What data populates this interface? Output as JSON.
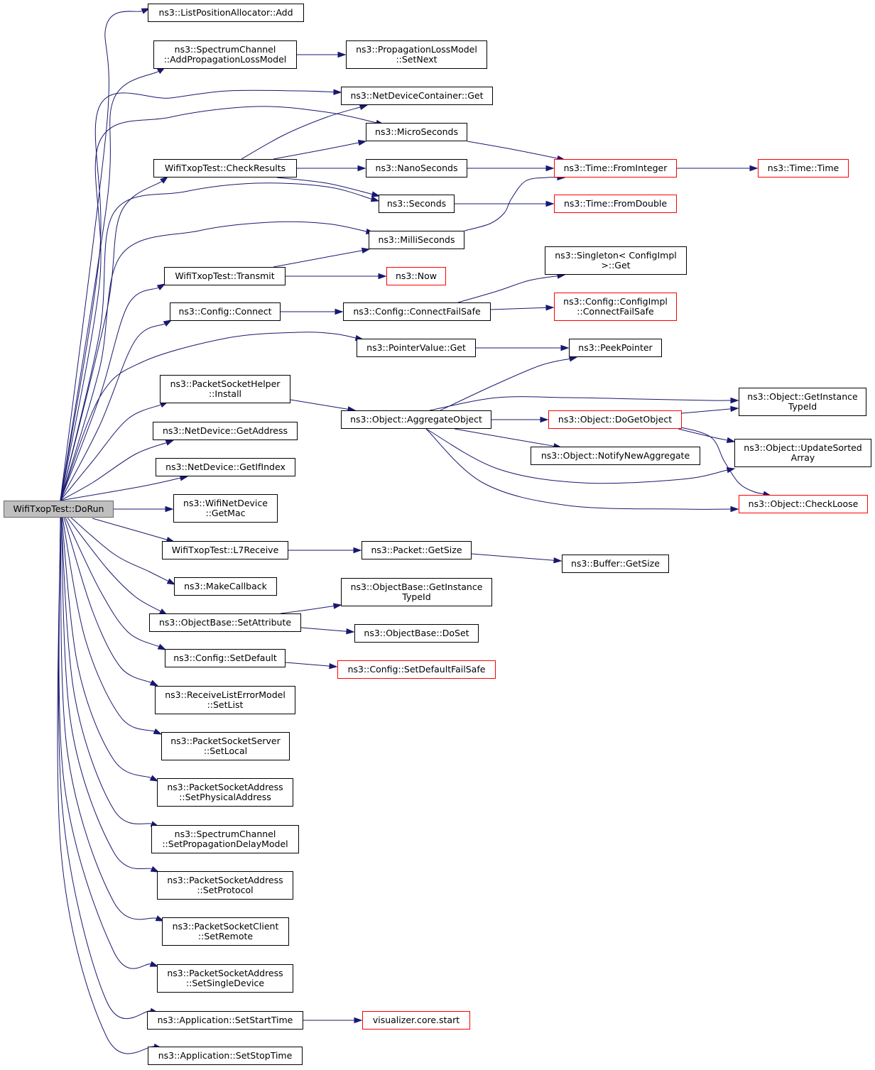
{
  "colors": {
    "edge": "#191970",
    "border": "#000000",
    "border_red": "#ff0000",
    "root_fill": "#bfbfbf"
  },
  "nodes": {
    "root": "WifiTxopTest::DoRun",
    "list_add": "ns3::ListPositionAllocator::Add",
    "spec_addprop": "ns3::SpectrumChannel\n::AddPropagationLossModel",
    "prop_setnext": "ns3::PropagationLossModel\n::SetNext",
    "ndc_get": "ns3::NetDeviceContainer::Get",
    "microseconds": "ns3::MicroSeconds",
    "checkresults": "WifiTxopTest::CheckResults",
    "nanoseconds": "ns3::NanoSeconds",
    "fromint": "ns3::Time::FromInteger",
    "time_time": "ns3::Time::Time",
    "seconds": "ns3::Seconds",
    "fromdouble": "ns3::Time::FromDouble",
    "milliseconds": "ns3::MilliSeconds",
    "transmit": "WifiTxopTest::Transmit",
    "now": "ns3::Now",
    "singleton": "ns3::Singleton< ConfigImpl\n>::Get",
    "connect": "ns3::Config::Connect",
    "connectfs": "ns3::Config::ConnectFailSafe",
    "cimpl_connectfs": "ns3::Config::ConfigImpl\n::ConnectFailSafe",
    "pv_get": "ns3::PointerValue::Get",
    "peekpointer": "ns3::PeekPointer",
    "psh_install": "ns3::PacketSocketHelper\n::Install",
    "getinstancetypeid": "ns3::Object::GetInstance\nTypeId",
    "aggregate": "ns3::Object::AggregateObject",
    "dogetobject": "ns3::Object::DoGetObject",
    "nd_getaddress": "ns3::NetDevice::GetAddress",
    "updatesorted": "ns3::Object::UpdateSorted\nArray",
    "notifynew": "ns3::Object::NotifyNewAggregate",
    "nd_getifindex": "ns3::NetDevice::GetIfIndex",
    "checkloose": "ns3::Object::CheckLoose",
    "wnd_getmac": "ns3::WifiNetDevice\n::GetMac",
    "l7receive": "WifiTxopTest::L7Receive",
    "packet_getsize": "ns3::Packet::GetSize",
    "buffer_getsize": "ns3::Buffer::GetSize",
    "makecallback": "ns3::MakeCallback",
    "ob_getinstancetypeid": "ns3::ObjectBase::GetInstance\nTypeId",
    "ob_setattribute": "ns3::ObjectBase::SetAttribute",
    "ob_doset": "ns3::ObjectBase::DoSet",
    "cfg_setdefault": "ns3::Config::SetDefault",
    "cfg_setdefaultfs": "ns3::Config::SetDefaultFailSafe",
    "rlem_setlist": "ns3::ReceiveListErrorModel\n::SetList",
    "pss_setlocal": "ns3::PacketSocketServer\n::SetLocal",
    "psa_setphys": "ns3::PacketSocketAddress\n::SetPhysicalAddress",
    "spec_setpropdelay": "ns3::SpectrumChannel\n::SetPropagationDelayModel",
    "psa_setprotocol": "ns3::PacketSocketAddress\n::SetProtocol",
    "psc_setremote": "ns3::PacketSocketClient\n::SetRemote",
    "psa_setsingle": "ns3::PacketSocketAddress\n::SetSingleDevice",
    "app_setstart": "ns3::Application::SetStartTime",
    "vis_start": "visualizer.core.start",
    "app_setstop": "ns3::Application::SetStopTime"
  }
}
